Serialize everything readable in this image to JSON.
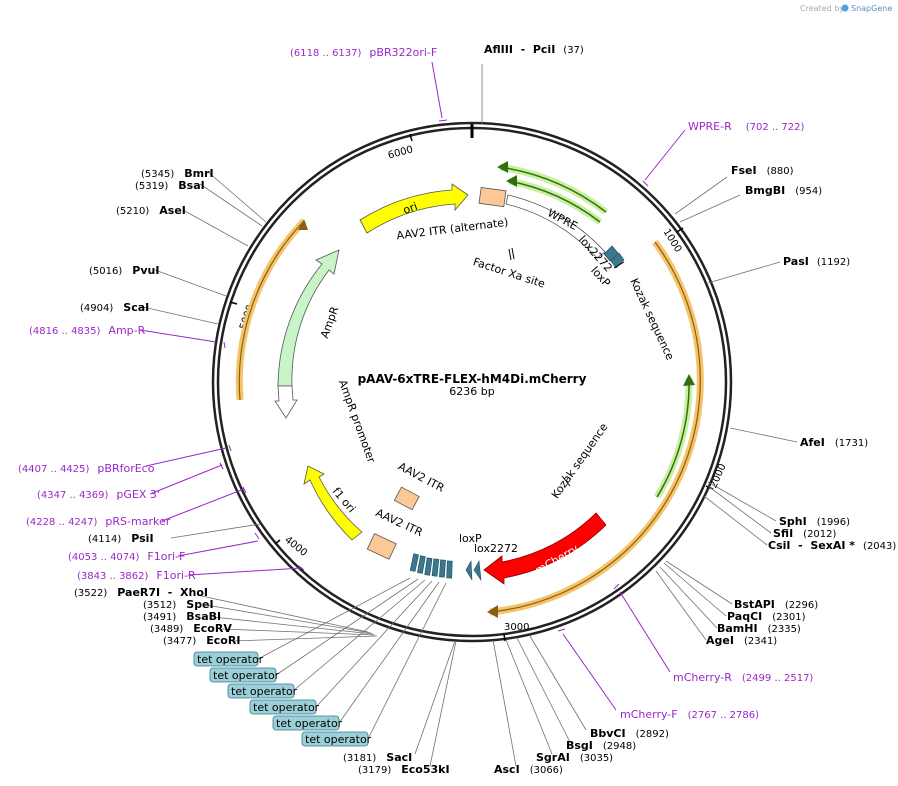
{
  "watermark": {
    "created_by": "Created by",
    "brand": "SnapGene"
  },
  "plasmid": {
    "name": "pAAV-6xTRE-FLEX-hM4Di.mCherry",
    "size_label": "6236 bp",
    "length": 6236
  },
  "ticks": [
    "1000",
    "2000",
    "3000",
    "4000",
    "5000",
    "6000"
  ],
  "colors": {
    "backbone": "#222222",
    "primer": "#9a28c8",
    "ori": "#ffff00",
    "ampr": "#c8f5c8",
    "mcherry": "#ff0000",
    "itr": "#fcc896",
    "lox": "#3a7890",
    "operator": "#6ebec8",
    "orange_arc": "#e8a030",
    "green_arc": "#60b030"
  },
  "sites": [
    {
      "name": "AflIII",
      "extra": "  -  PciI",
      "pos": "(37)"
    },
    {
      "name": "FseI",
      "pos": "(880)"
    },
    {
      "name": "BmgBI",
      "pos": "(954)"
    },
    {
      "name": "PasI",
      "pos": "(1192)"
    },
    {
      "name": "AfeI",
      "pos": "(1731)"
    },
    {
      "name": "SphI",
      "pos": "(1996)"
    },
    {
      "name": "SfiI",
      "pos": "(2012)"
    },
    {
      "name": "CsiI",
      "extra": "  -  SexAI *",
      "pos": "(2043)"
    },
    {
      "name": "BstAPI",
      "pos": "(2296)"
    },
    {
      "name": "PaqCI",
      "pos": "(2301)"
    },
    {
      "name": "BamHI",
      "pos": "(2335)"
    },
    {
      "name": "AgeI",
      "pos": "(2341)"
    },
    {
      "name": "BbvCI",
      "pos": "(2892)"
    },
    {
      "name": "BsgI",
      "pos": "(2948)"
    },
    {
      "name": "SgrAI",
      "pos": "(3035)"
    },
    {
      "name": "AscI",
      "pos": "(3066)"
    },
    {
      "name": "SacI",
      "pos": "(3181)"
    },
    {
      "name": "Eco53kI",
      "pos": "(3179)"
    },
    {
      "name": "PaeR7I",
      "extra": "  -  XhoI",
      "pos": "(3522)"
    },
    {
      "name": "SpeI",
      "pos": "(3512)"
    },
    {
      "name": "BsaBI",
      "pos": "(3491)"
    },
    {
      "name": "EcoRV",
      "pos": "(3489)"
    },
    {
      "name": "EcoRI",
      "pos": "(3477)"
    },
    {
      "name": "PsiI",
      "pos": "(4114)"
    },
    {
      "name": "ScaI",
      "pos": "(4904)"
    },
    {
      "name": "PvuI",
      "pos": "(5016)"
    },
    {
      "name": "AseI",
      "pos": "(5210)"
    },
    {
      "name": "BsaI",
      "pos": "(5319)"
    },
    {
      "name": "BmrI",
      "pos": "(5345)"
    }
  ],
  "primers": [
    {
      "name": "pBR322ori-F",
      "range": "(6118 .. 6137)"
    },
    {
      "name": "WPRE-R",
      "range": "(702 .. 722)"
    },
    {
      "name": "mCherry-R",
      "range": "(2499 .. 2517)"
    },
    {
      "name": "mCherry-F",
      "range": "(2767 .. 2786)"
    },
    {
      "name": "Amp-R",
      "range": "(4816 .. 4835)"
    },
    {
      "name": "pBRforEco",
      "range": "(4407 .. 4425)"
    },
    {
      "name": "pGEX 3'",
      "range": "(4347 .. 4369)"
    },
    {
      "name": "pRS-marker",
      "range": "(4228 .. 4247)"
    },
    {
      "name": "F1ori-F",
      "range": "(4053 .. 4074)"
    },
    {
      "name": "F1ori-R",
      "range": "(3843 .. 3862)"
    }
  ],
  "features": {
    "ori": "ori",
    "ampr": "AmpR",
    "ampr_promoter": "AmpR promoter",
    "f1_ori": "f1 ori",
    "mcherry": "mCherry",
    "wpre": "WPRE",
    "itr_alt": "AAV2 ITR (alternate)",
    "itr_1": "AAV2 ITR",
    "itr_2": "AAV2 ITR",
    "lox2272_top": "lox2272",
    "loxp_top": "loxP",
    "kozak_top": "Kozak sequence",
    "factor_xa": "Factor Xa site",
    "kozak_mid": "Kozak sequence",
    "loxp_bot": "loxP",
    "lox2272_bot": "lox2272"
  },
  "operators": [
    "tet operator",
    "tet operator",
    "tet operator",
    "tet operator",
    "tet operator",
    "tet operator"
  ]
}
